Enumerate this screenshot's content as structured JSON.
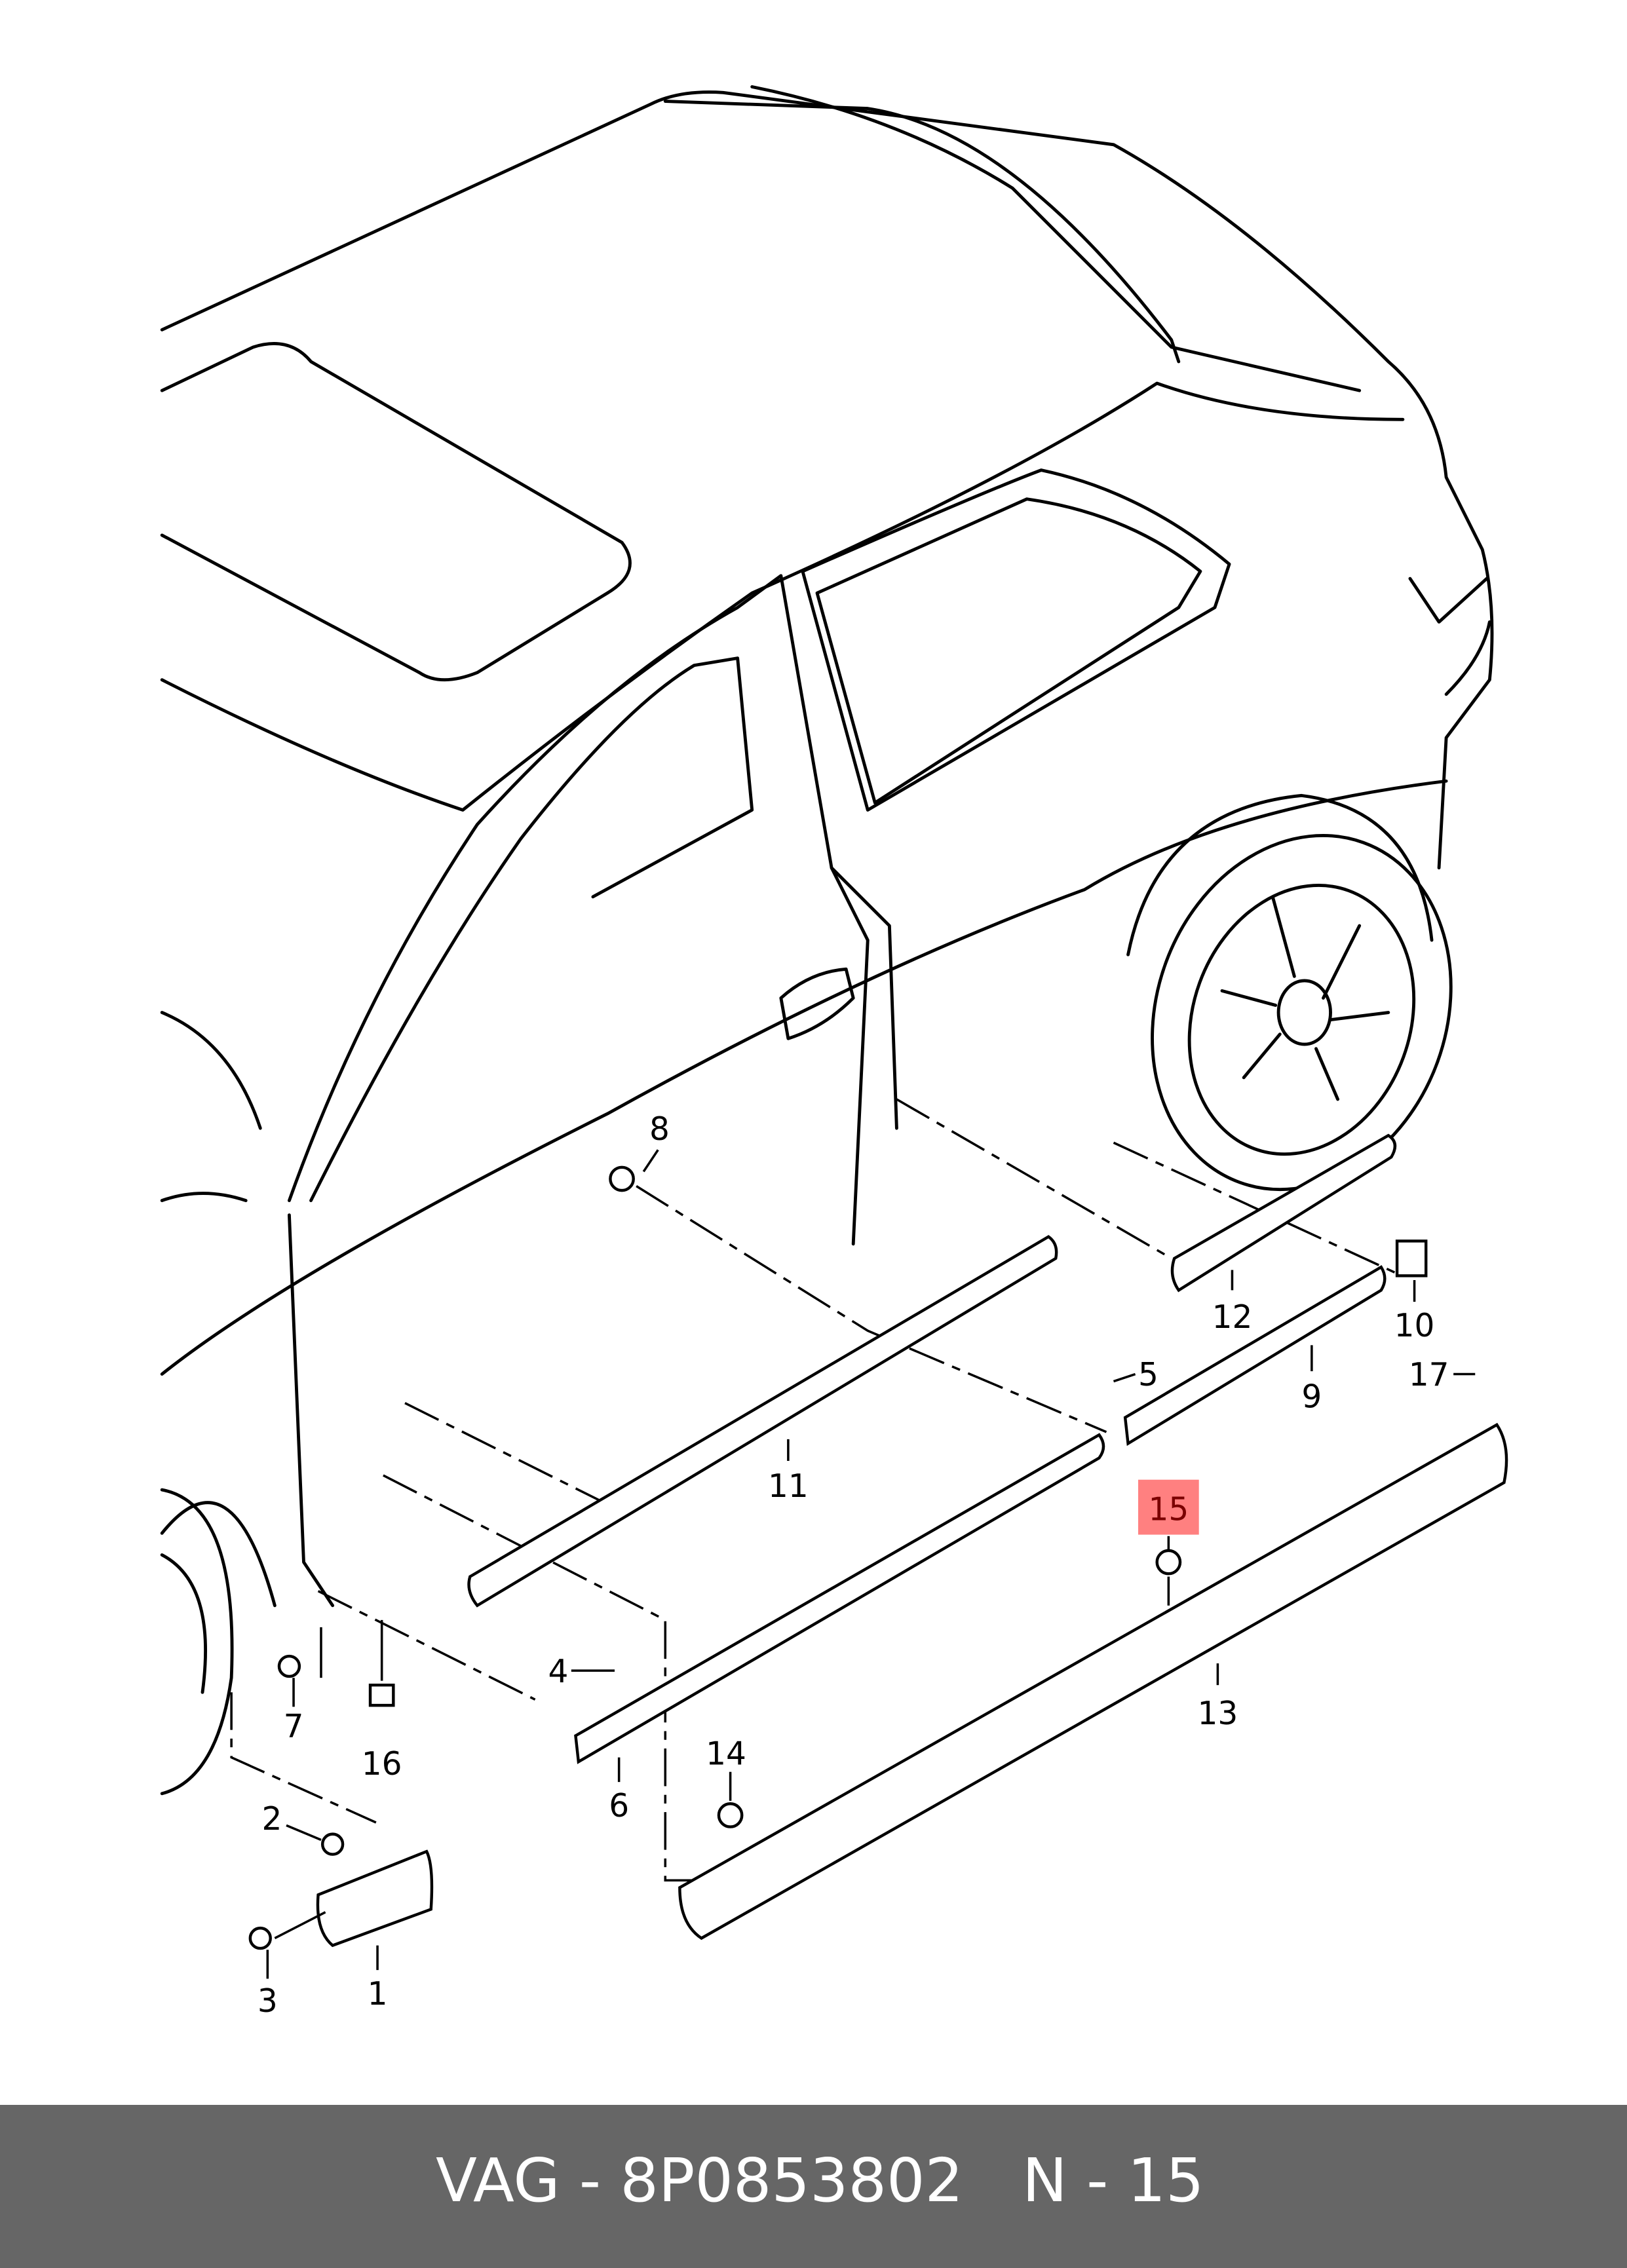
{
  "diagram": {
    "labels": {
      "p1": "1",
      "p2": "2",
      "p3": "3",
      "p4": "4",
      "p5": "5",
      "p6": "6",
      "p7": "7",
      "p8": "8",
      "p9": "9",
      "p10": "10",
      "p11": "11",
      "p12": "12",
      "p13": "13",
      "p14": "14",
      "p15": "15",
      "p16": "16",
      "p17": "17"
    },
    "highlighted_label": "15",
    "highlight_color": "#ff8080",
    "highlight_text_color": "#7a0000"
  },
  "footer": {
    "part_number": "VAG - 8P0853802",
    "position": "N - 15",
    "background": "#666666"
  }
}
